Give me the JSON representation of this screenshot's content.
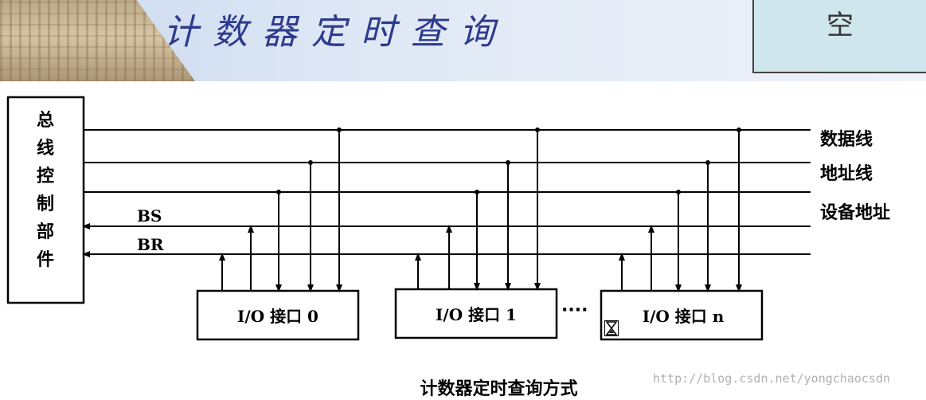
{
  "header": {
    "title": "计数器定时查询",
    "empty_label": "空"
  },
  "diagram": {
    "bus_controller_label": [
      "总",
      "线",
      "控",
      "制",
      "部",
      "件"
    ],
    "bus_lines": [
      "数据线",
      "地址线",
      "设备地址"
    ],
    "signal_labels": [
      "BS",
      "BR"
    ],
    "interfaces": [
      "I/O 接口 0",
      "I/O 接口 1",
      "I/O 接口 n"
    ],
    "ellipsis": "····"
  },
  "caption": "计数器定时查询方式",
  "watermark": "http://blog.csdn.net/yongchaocsdn"
}
